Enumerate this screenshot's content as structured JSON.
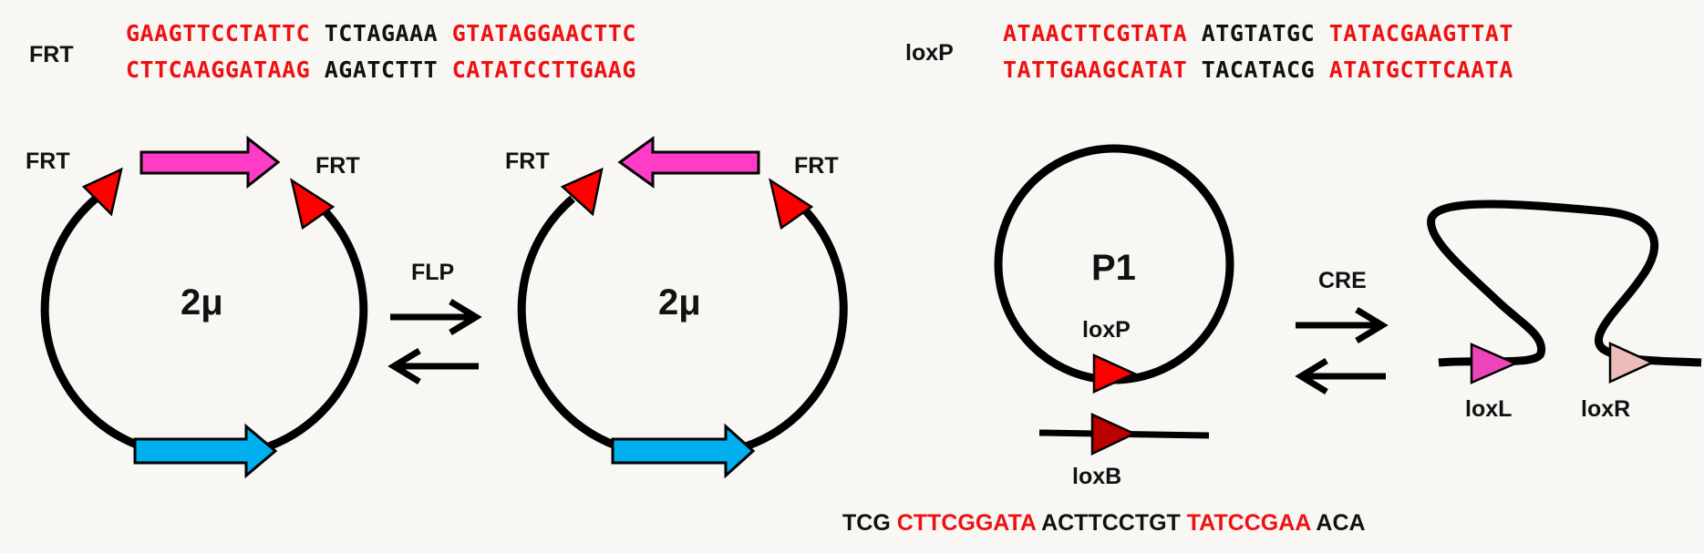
{
  "colors": {
    "site_red": "#ee1111",
    "spacer_black": "#111111",
    "gene_magenta": "#ff3cc8",
    "gene_cyan": "#00b0ee",
    "loxb_darkred": "#bb0000",
    "loxl_pink": "#ee44bb",
    "loxr_lightpink": "#eebbbb",
    "background": "#f8f7f4"
  },
  "frt": {
    "label": "FRT",
    "top": {
      "left": "GAAGTTCCTATTC",
      "mid": "TCTAGAAA",
      "right": "GTATAGGAACTTC"
    },
    "bottom": {
      "left": "CTTCAAGGATAAG",
      "mid": "AGATCTTT",
      "right": "CATATCCTTGAAG"
    }
  },
  "loxp": {
    "label": "loxP",
    "top": {
      "left": "ATAACTTCGTATA",
      "mid": "ATGTATGC",
      "right": "TATACGAAGTTAT"
    },
    "bottom": {
      "left": "TATTGAAGCATAT",
      "mid": "TACATACG",
      "right": "ATATGCTTCAATA"
    }
  },
  "plasmid_left": {
    "name": "2μ",
    "site_left": "FRT",
    "site_right": "FRT"
  },
  "plasmid_right": {
    "name": "2μ",
    "site_left": "FRT",
    "site_right": "FRT"
  },
  "flp": {
    "label": "FLP"
  },
  "p1": {
    "name": "P1",
    "site": "loxP"
  },
  "cre": {
    "label": "CRE"
  },
  "loxb": {
    "label": "loxB",
    "seq": [
      {
        "text": "TCG",
        "red": false
      },
      {
        "text": "CTTCGGATA",
        "red": true
      },
      {
        "text": "ACTTCCTGT",
        "red": false
      },
      {
        "text": "TATCCGAA",
        "red": true
      },
      {
        "text": "ACA",
        "red": false
      }
    ]
  },
  "loxl": {
    "label": "loxL"
  },
  "loxr": {
    "label": "loxR"
  }
}
